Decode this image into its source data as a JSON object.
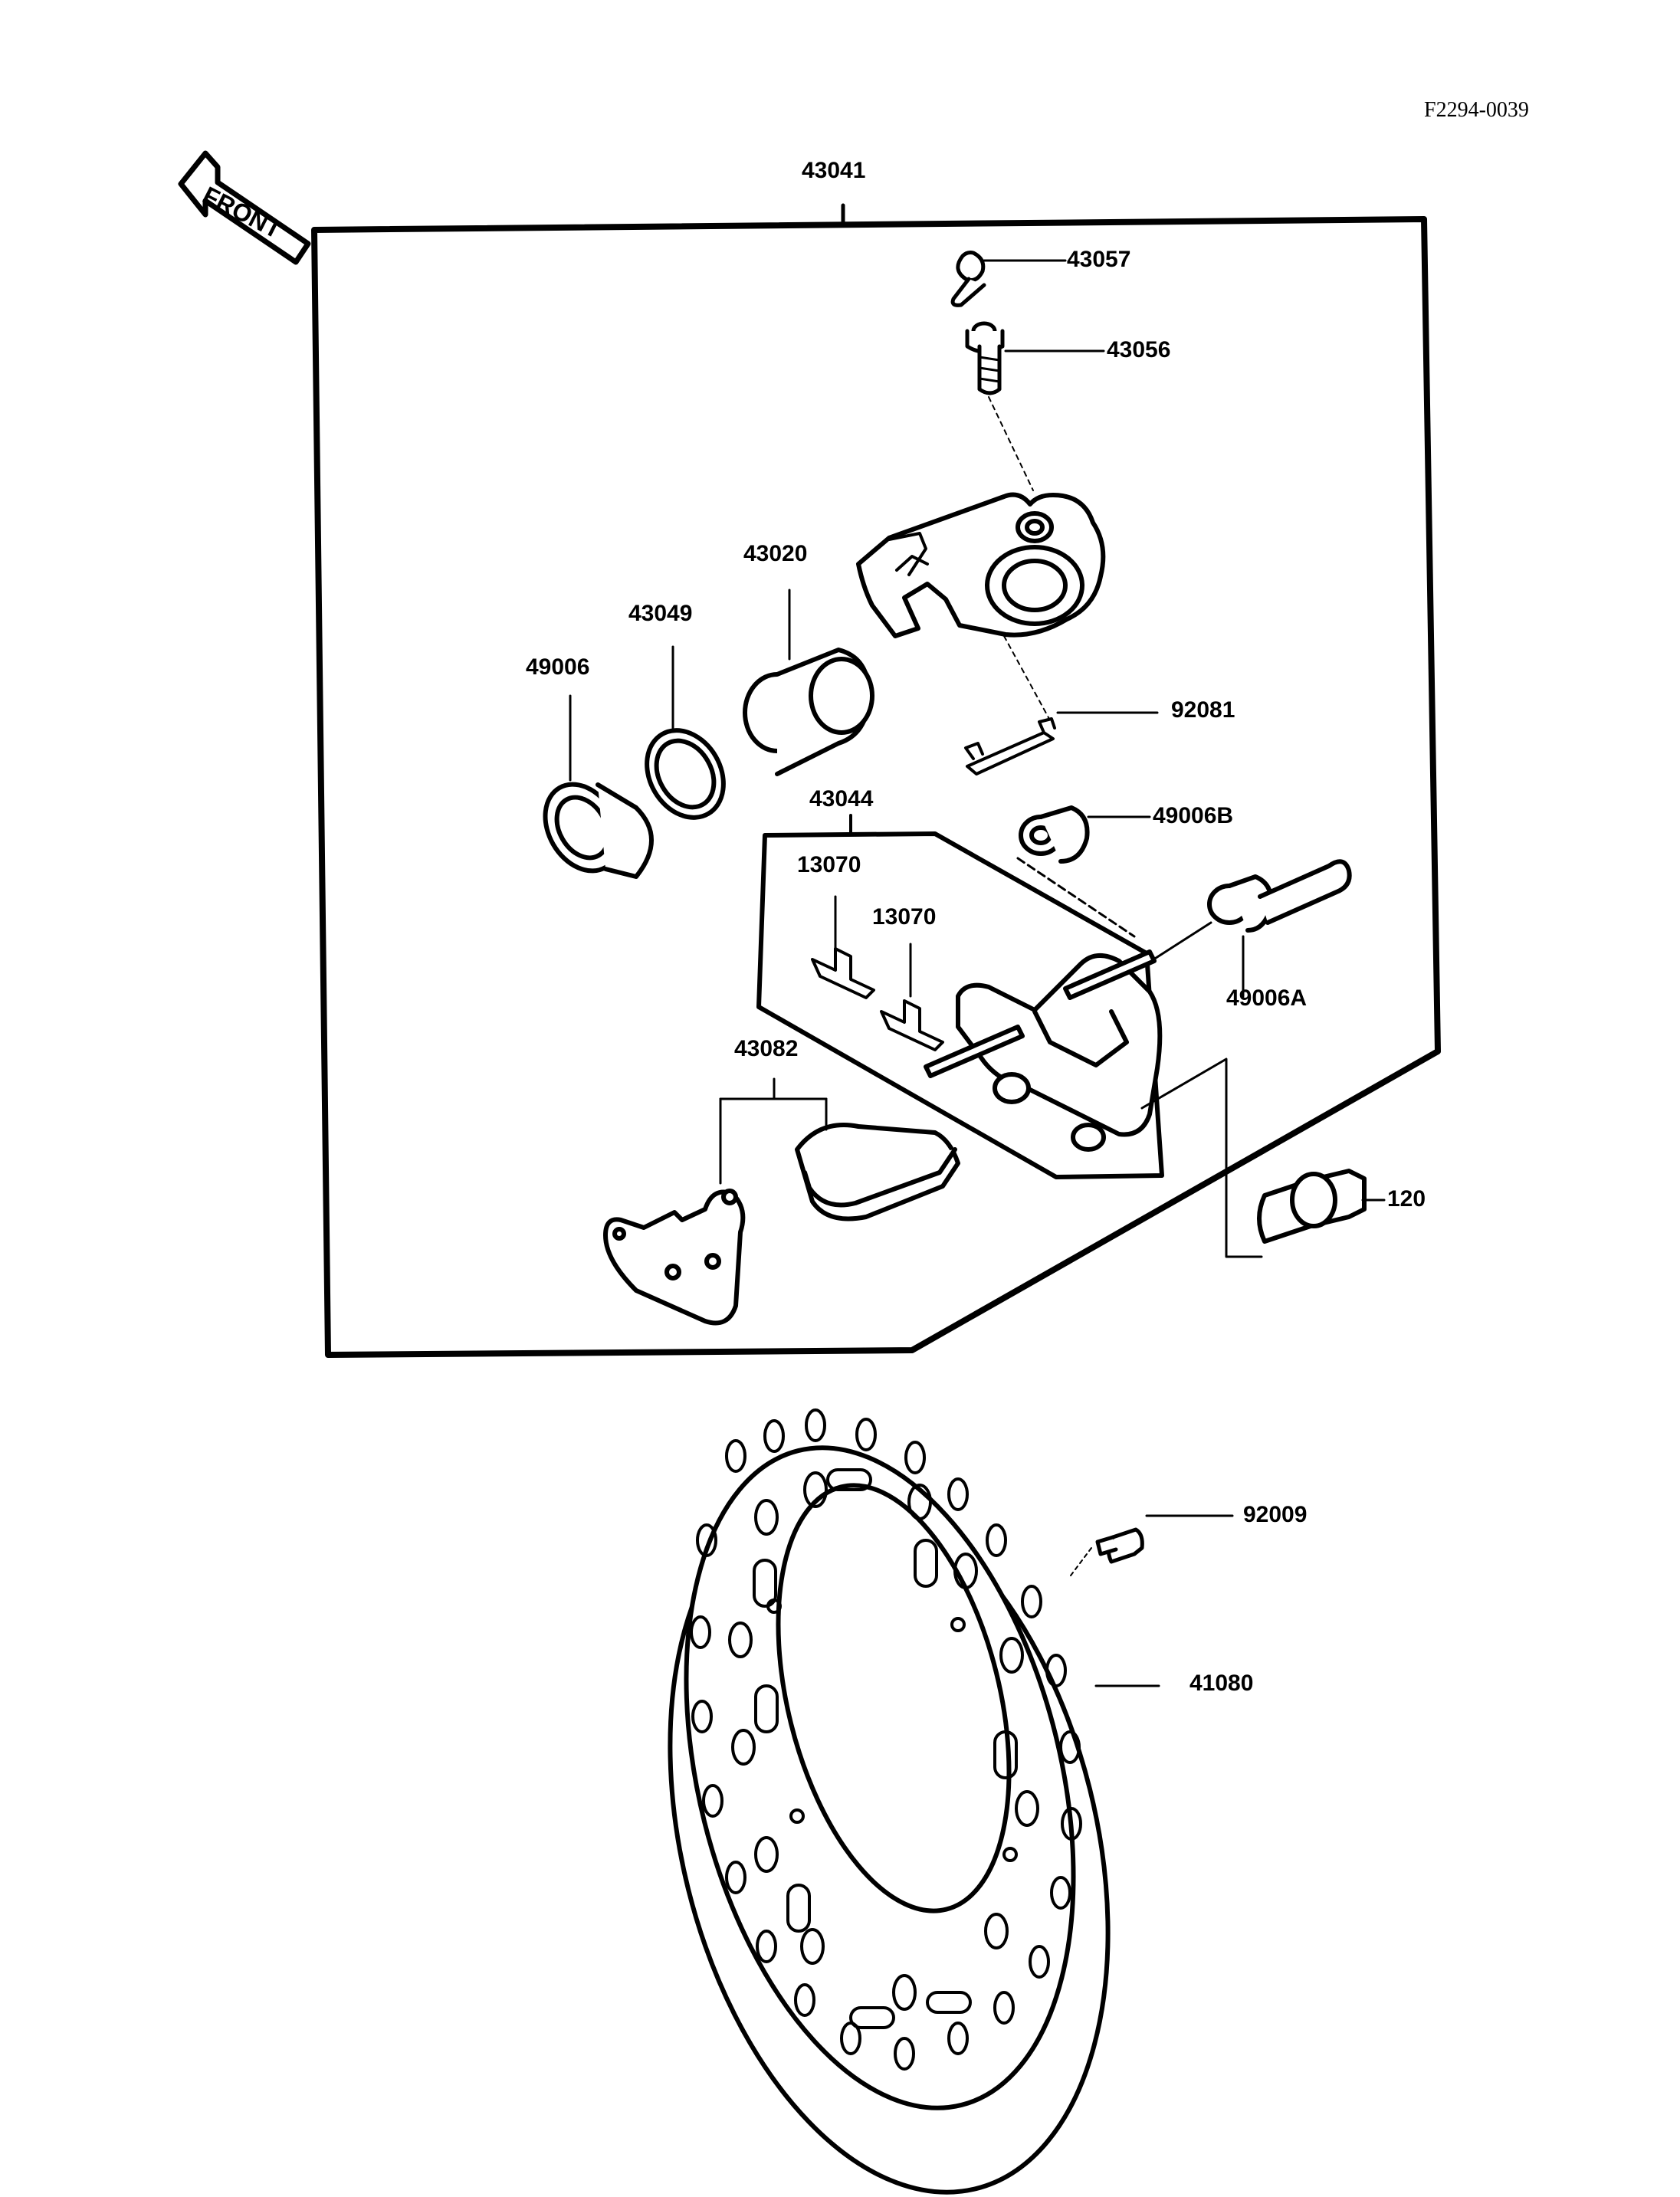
{
  "diagram": {
    "code": "F2294-0039",
    "front_label": "FRONT",
    "parts": {
      "p43041": "43041",
      "p43057": "43057",
      "p43056": "43056",
      "p43020": "43020",
      "p43049": "43049",
      "p49006": "49006",
      "p92081": "92081",
      "p43044": "43044",
      "p49006b": "49006B",
      "p13070a": "13070",
      "p13070b": "13070",
      "p49006a": "49006A",
      "p43082": "43082",
      "p120": "120",
      "p92009": "92009",
      "p41080": "41080"
    }
  }
}
